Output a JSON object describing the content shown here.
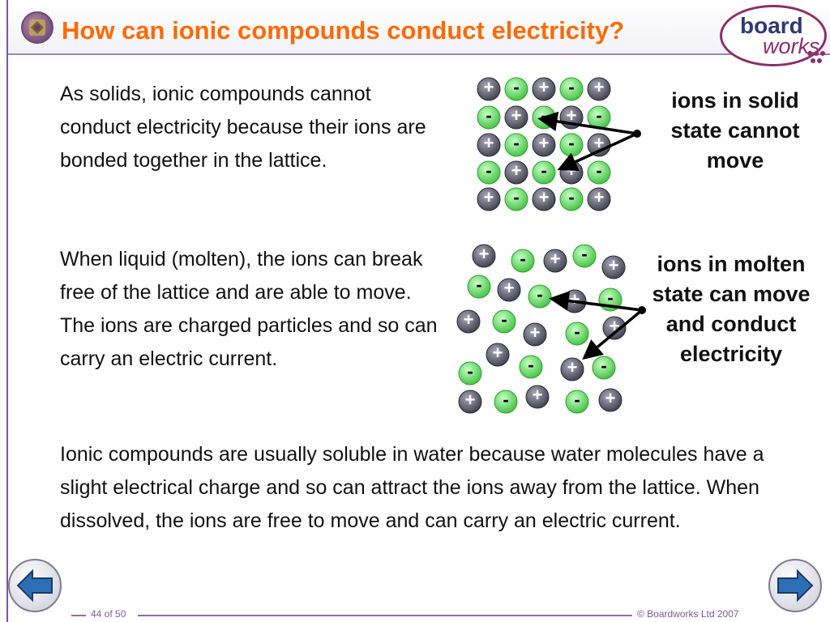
{
  "header": {
    "title": "How can ionic compounds conduct electricity?",
    "brand_top": "board",
    "brand_bottom": "works"
  },
  "content": {
    "paragraph_solid": "As solids, ionic compounds cannot conduct electricity because their ions are bonded together in the lattice.",
    "paragraph_molten": "When liquid (molten), the ions can break free of the lattice and are able to move. The ions are charged particles and so can carry an electric current.",
    "paragraph_dissolved": "Ionic compounds are usually soluble in water because water molecules have a slight electrical charge and so can attract the ions away from the lattice. When dissolved, the ions are free to move and can carry an electric current."
  },
  "diagram": {
    "caption_solid": "ions in solid state cannot move",
    "caption_molten": "ions in molten state can move and conduct electricity",
    "positive_symbol": "+",
    "negative_symbol": "-",
    "positive_color": "#555566",
    "negative_color": "#66e066"
  },
  "navigation": {
    "previous_icon": "arrow-left-icon",
    "next_icon": "arrow-right-icon"
  },
  "footer": {
    "page": "44 of 50",
    "copyright": "© Boardworks Ltd 2007"
  },
  "colors": {
    "title": "#ff6a00",
    "accent": "#8b2f6b",
    "frame": "#7a5a9a"
  }
}
